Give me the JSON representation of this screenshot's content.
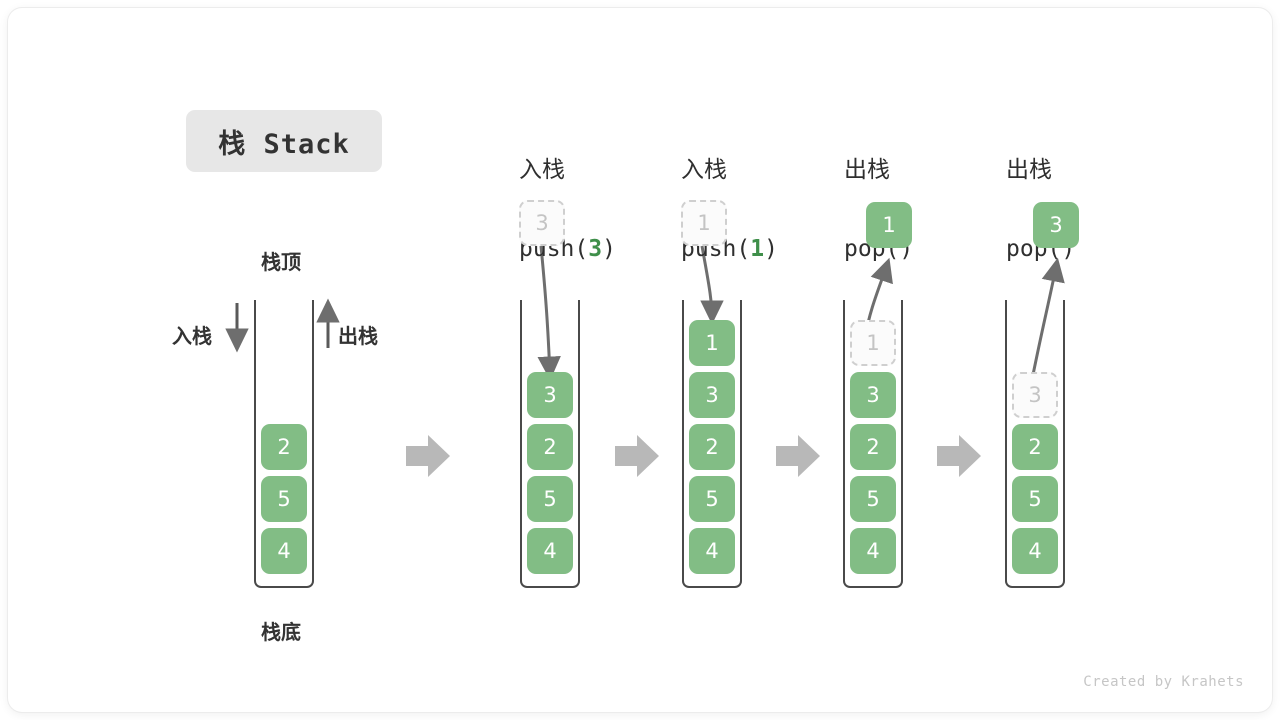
{
  "title_badge": "栈 Stack",
  "labels": {
    "top": "栈顶",
    "bottom": "栈底",
    "push_side": "入栈",
    "pop_side": "出栈"
  },
  "credit": "Created by Krahets",
  "colors": {
    "cell_green": "#82bd85",
    "ghost_border": "#cfcfcf",
    "ghost_text": "#c4c4c4",
    "container_stroke": "#4a4a4a",
    "arrow_gray": "#b8b8b8",
    "wire_gray": "#6e6e6e",
    "badge_bg": "#e7e7e7",
    "code_accent": "#3f8f4a",
    "text_dark": "#2f2f2f"
  },
  "columns": [
    {
      "id": "initial",
      "head_cn": "",
      "head_code": "",
      "head_code_num": "",
      "cells": [
        "2",
        "5",
        "4"
      ],
      "ghost_cell": null,
      "floating_cell": null
    },
    {
      "id": "push-3",
      "head_cn": "入栈",
      "head_code_prefix": "push(",
      "head_code_num": "3",
      "head_code_suffix": ")",
      "cells": [
        "3",
        "2",
        "5",
        "4"
      ],
      "ghost_cell": "3",
      "ghost_position": "above",
      "floating_cell": null
    },
    {
      "id": "push-1",
      "head_cn": "入栈",
      "head_code_prefix": "push(",
      "head_code_num": "1",
      "head_code_suffix": ")",
      "cells": [
        "1",
        "3",
        "2",
        "5",
        "4"
      ],
      "ghost_cell": "1",
      "ghost_position": "above",
      "floating_cell": null
    },
    {
      "id": "pop-1",
      "head_cn": "出栈",
      "head_code_prefix": "pop(",
      "head_code_num": "",
      "head_code_suffix": ")",
      "cells": [
        "3",
        "2",
        "5",
        "4"
      ],
      "ghost_cell": "1",
      "ghost_position": "in-stack-top",
      "floating_cell": "1"
    },
    {
      "id": "pop-3",
      "head_cn": "出栈",
      "head_code_prefix": "pop(",
      "head_code_num": "",
      "head_code_suffix": ")",
      "cells": [
        "2",
        "5",
        "4"
      ],
      "ghost_cell": "3",
      "ghost_position": "in-stack-top",
      "floating_cell": "3"
    }
  ],
  "step_arrows": 4
}
